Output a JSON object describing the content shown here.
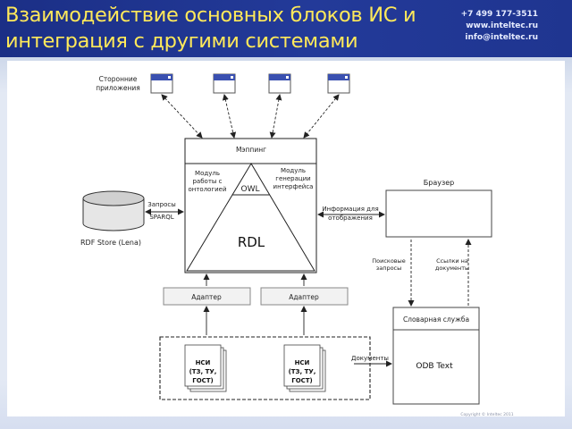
{
  "header": {
    "title_line1": "Взаимодействие основных блоков ИС и",
    "title_line2": "интеграция с другими системами",
    "phone": "+7 499 177-3511",
    "website": "www.inteltec.ru",
    "email": "info@inteltec.ru"
  },
  "diagram": {
    "external_apps_label_line1": "Сторонние",
    "external_apps_label_line2": "приложения",
    "mapping_label": "Мэппинг",
    "ontology_module_line1": "Модуль",
    "ontology_module_line2": "работы с",
    "ontology_module_line3": "онтологией",
    "interface_module_line1": "Модуль",
    "interface_module_line2": "генерации",
    "interface_module_line3": "интерфейса",
    "owl_label": "OWL",
    "rdl_label": "RDL",
    "sparql_label_line1": "Запросы",
    "sparql_label_line2": "SPARQL",
    "rdf_store_label": "RDF Store (Lena)",
    "display_info_line1": "Информация для",
    "display_info_line2": "отображения",
    "browser_label": "Браузер",
    "search_queries_line1": "Поисковые",
    "search_queries_line2": "запросы",
    "search_results_line1": "Ссылки на",
    "search_results_line2": "документы",
    "adapter1_label": "Адаптер",
    "adapter2_label": "Адаптер",
    "dictionary_service_label": "Словарная служба",
    "odb_text_label": "ODB Text",
    "documents_label": "Документы",
    "nsi1_line1": "НСИ",
    "nsi1_line2": "(ТЗ, ТУ,",
    "nsi1_line3": "ГОСТ)",
    "nsi2_line1": "НСИ",
    "nsi2_line2": "(ТЗ, ТУ,",
    "nsi2_line3": "ГОСТ)"
  },
  "footer": {
    "copyright": "Copyright © Inteltec 2011"
  }
}
